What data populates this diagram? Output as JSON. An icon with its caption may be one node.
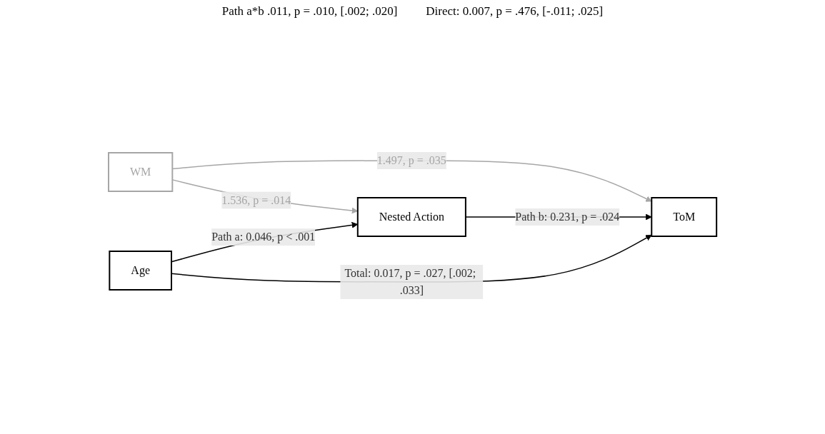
{
  "diagram": {
    "nodes": [
      {
        "text": [
          "WM"
        ]
      },
      {
        "text": [
          "Nested Action"
        ]
      },
      {
        "text": [
          "Age"
        ]
      },
      {
        "text": [
          "ToM"
        ]
      }
    ],
    "edges": [
      {
        "from": 0,
        "to": 1,
        "arrow": "to",
        "label": "1.536, p = .014",
        "color": "#a6a6a6"
      },
      {
        "from": 0,
        "to": 3,
        "arrow": "to",
        "label": "1.497, p = .035",
        "color": "#a6a6a6"
      },
      {
        "from": 2,
        "to": 1,
        "arrow": "to",
        "label": "Path a: 0.046, p < .001"
      },
      {
        "from": 1,
        "to": 3,
        "arrow": "to",
        "label": "Path b: 0.231, p = .024"
      },
      {
        "from": 2,
        "to": 3,
        "arrow": "to",
        "label": "Total: 0.017, p = .027, [.002; .033]"
      }
    ],
    "labels": [
      "Path a*b .011, p = .010, [.002; .020]",
      "Direct: 0.007, p = .476, [-.011; .025]"
    ]
  }
}
